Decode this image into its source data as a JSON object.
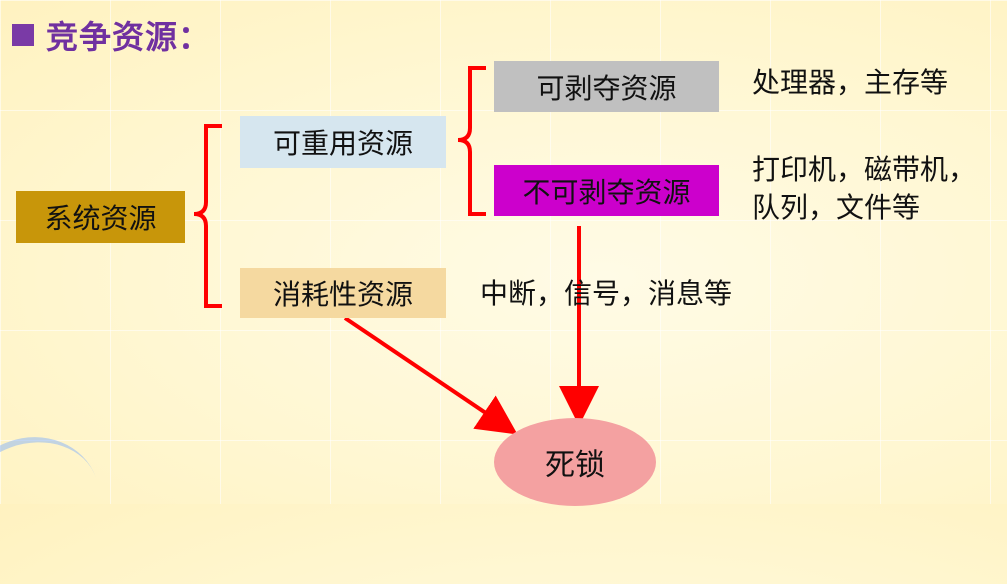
{
  "title": "竞争资源：",
  "nodes": {
    "system": "系统资源",
    "reusable": "可重用资源",
    "consumable": "消耗性资源",
    "preemptible": "可剥夺资源",
    "non_preemptible": "不可剥夺资源",
    "deadlock": "死锁"
  },
  "notes": {
    "preemptible_examples": "处理器，主存等",
    "non_preemptible_line1": "打印机，磁带机，",
    "non_preemptible_line2": "队列，文件等",
    "consumable_examples": "中断，信号，消息等"
  },
  "colors": {
    "system_bg": "#c8960a",
    "reusable_bg": "#d6e6ef",
    "consumable_bg": "#f5d9a0",
    "preemptible_bg": "#c0c0c0",
    "non_preemptible_bg": "#cc00cc",
    "deadlock_bg": "#f4a1a1",
    "arrow": "#ff0000",
    "title": "#7030a0"
  }
}
